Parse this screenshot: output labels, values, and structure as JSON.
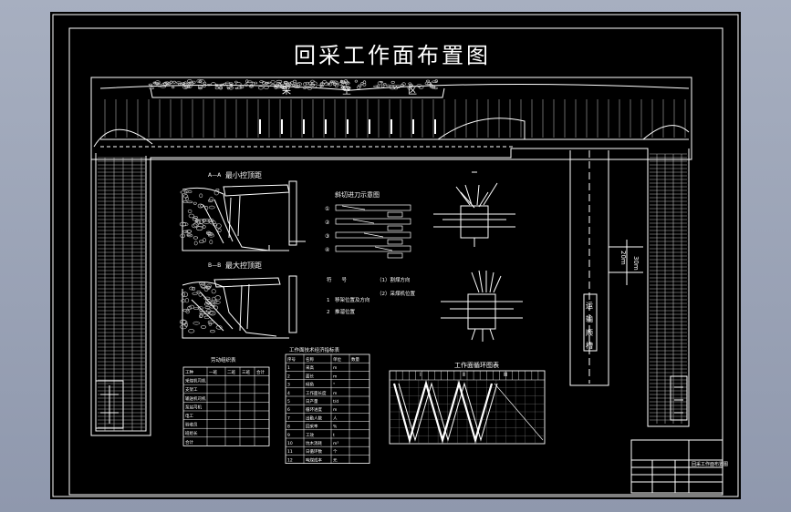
{
  "drawing": {
    "title": "回采工作面布置图",
    "goaf_chars": [
      "采",
      "空",
      "区"
    ],
    "roadway_label_chars": [
      "运",
      "输",
      "顺",
      "槽"
    ],
    "section_a": {
      "label": "A—A",
      "title": "最小控顶距"
    },
    "section_b": {
      "label": "B—B",
      "title": "最大控顶距"
    },
    "cut_diagram": {
      "title": "斜切进刀示意图",
      "steps": [
        "①",
        "②",
        "③",
        "④"
      ]
    },
    "legend": {
      "items": [
        "符　　号",
        "（1）割煤方向",
        "（2）采煤机位置",
        "1　移架位置及方向",
        "2　推溜位置"
      ]
    },
    "personnel_table": {
      "title": "劳动组织表",
      "headers": [
        "工种",
        "一班",
        "二班",
        "三班",
        "合计"
      ],
      "rows": [
        "采煤机司机",
        "支架工",
        "输送机司机",
        "泵站司机",
        "电工",
        "验收员",
        "班组长",
        "合计"
      ]
    },
    "tech_table": {
      "title": "工作面技术经济指标表",
      "headers": [
        "序号",
        "名称",
        "单位",
        "数量"
      ],
      "rows": [
        {
          "no": "1",
          "name": "采高",
          "unit": "m",
          "val": ""
        },
        {
          "no": "2",
          "name": "面长",
          "unit": "m",
          "val": ""
        },
        {
          "no": "3",
          "name": "倾角",
          "unit": "°",
          "val": ""
        },
        {
          "no": "4",
          "name": "工作面长度",
          "unit": "m",
          "val": ""
        },
        {
          "no": "5",
          "name": "日产量",
          "unit": "t/d",
          "val": ""
        },
        {
          "no": "6",
          "name": "循环进度",
          "unit": "m",
          "val": ""
        },
        {
          "no": "7",
          "name": "出勤人数",
          "unit": "人",
          "val": ""
        },
        {
          "no": "8",
          "name": "回采率",
          "unit": "%",
          "val": ""
        },
        {
          "no": "9",
          "name": "工效",
          "unit": "t",
          "val": ""
        },
        {
          "no": "10",
          "name": "坑木消耗",
          "unit": "m³",
          "val": ""
        },
        {
          "no": "11",
          "name": "日循环数",
          "unit": "个",
          "val": ""
        },
        {
          "no": "12",
          "name": "吨煤成本",
          "unit": "元",
          "val": ""
        }
      ]
    },
    "cycle_chart": {
      "title": "工作面循环图表",
      "sections": [
        "Ⅰ",
        "Ⅱ",
        "Ⅲ"
      ]
    },
    "dims": {
      "d1": "20m",
      "d2": "30m"
    },
    "title_block": {
      "name": "回采工作面布置图"
    }
  }
}
